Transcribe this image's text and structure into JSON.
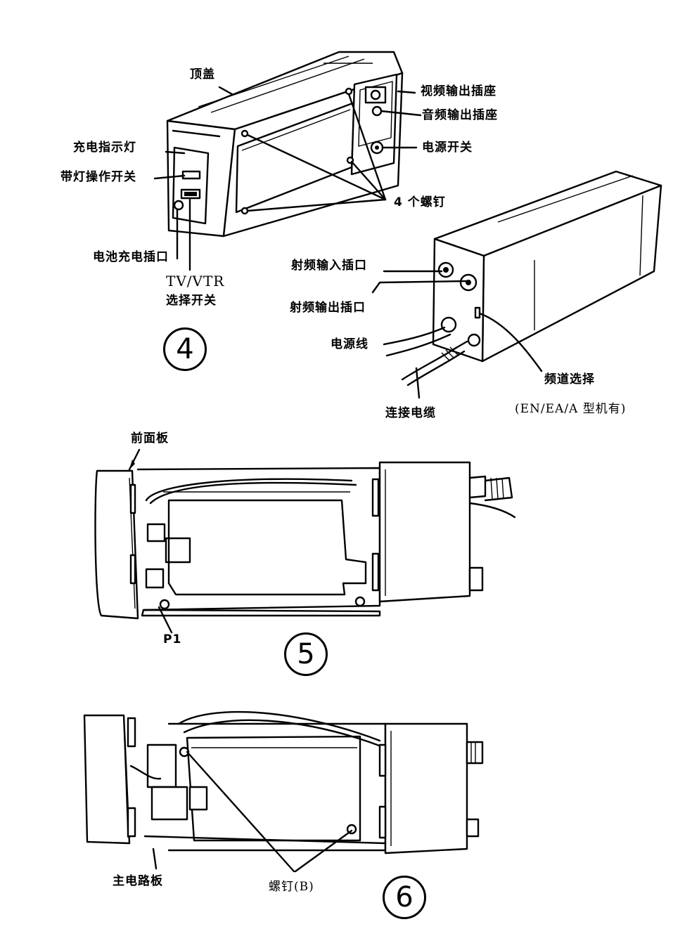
{
  "figure4": {
    "number": "4",
    "labels": {
      "top_cover": "顶盖",
      "video_out": "视频输出插座",
      "audio_out": "音频输出插座",
      "power_switch": "电源开关",
      "charge_indicator": "充电指示灯",
      "tape_light_switch": "带灯操作开关",
      "four_screws": "4 个螺钉",
      "battery_charge_jack": "电池充电插口",
      "tv_vtr_line1": "TV/VTR",
      "tv_vtr_line2": "选择开关",
      "rf_in": "射频输入插口",
      "rf_out": "射频输出插口",
      "power_cord": "电源线",
      "channel_select": "频道选择",
      "channel_note": "(EN/EA/A 型机有)",
      "cable": "连接电缆"
    }
  },
  "figure5": {
    "number": "5",
    "labels": {
      "front_panel": "前面板",
      "p1": "P1"
    }
  },
  "figure6": {
    "number": "6",
    "labels": {
      "main_board": "主电路板",
      "screws_b": "螺钉(B)"
    }
  }
}
